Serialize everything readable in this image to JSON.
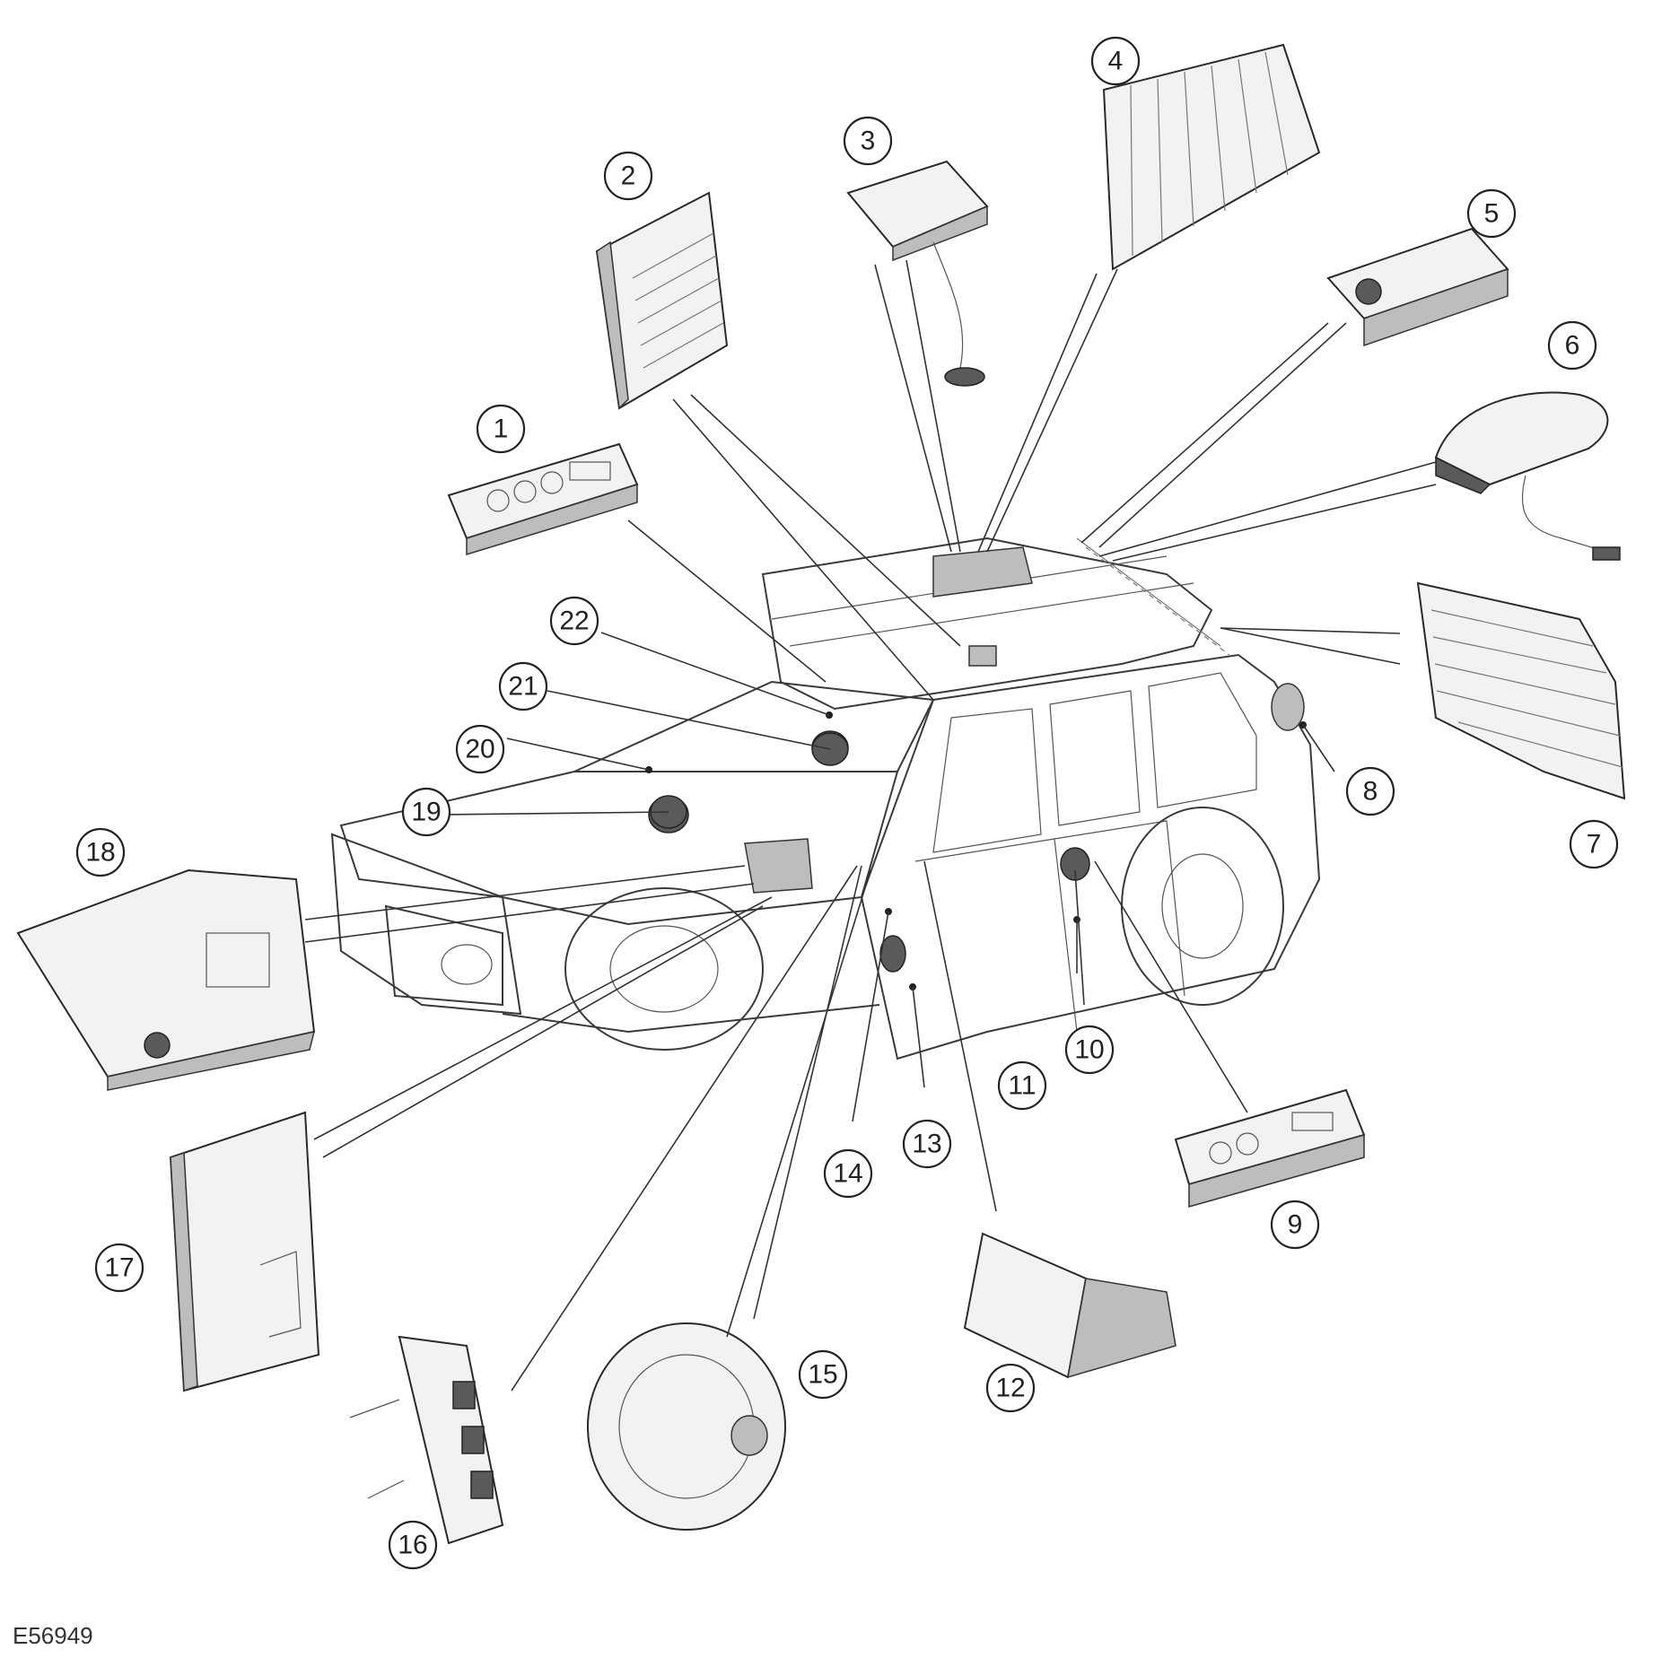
{
  "figure_id": "E56949",
  "callouts": [
    "1",
    "2",
    "3",
    "4",
    "5",
    "6",
    "7",
    "8",
    "9",
    "10",
    "11",
    "12",
    "13",
    "14",
    "15",
    "16",
    "17",
    "18",
    "19",
    "20",
    "21",
    "22"
  ],
  "icons": {
    "vehicle": "vehicle-outline-icon",
    "component": "component-illustration-icon"
  }
}
